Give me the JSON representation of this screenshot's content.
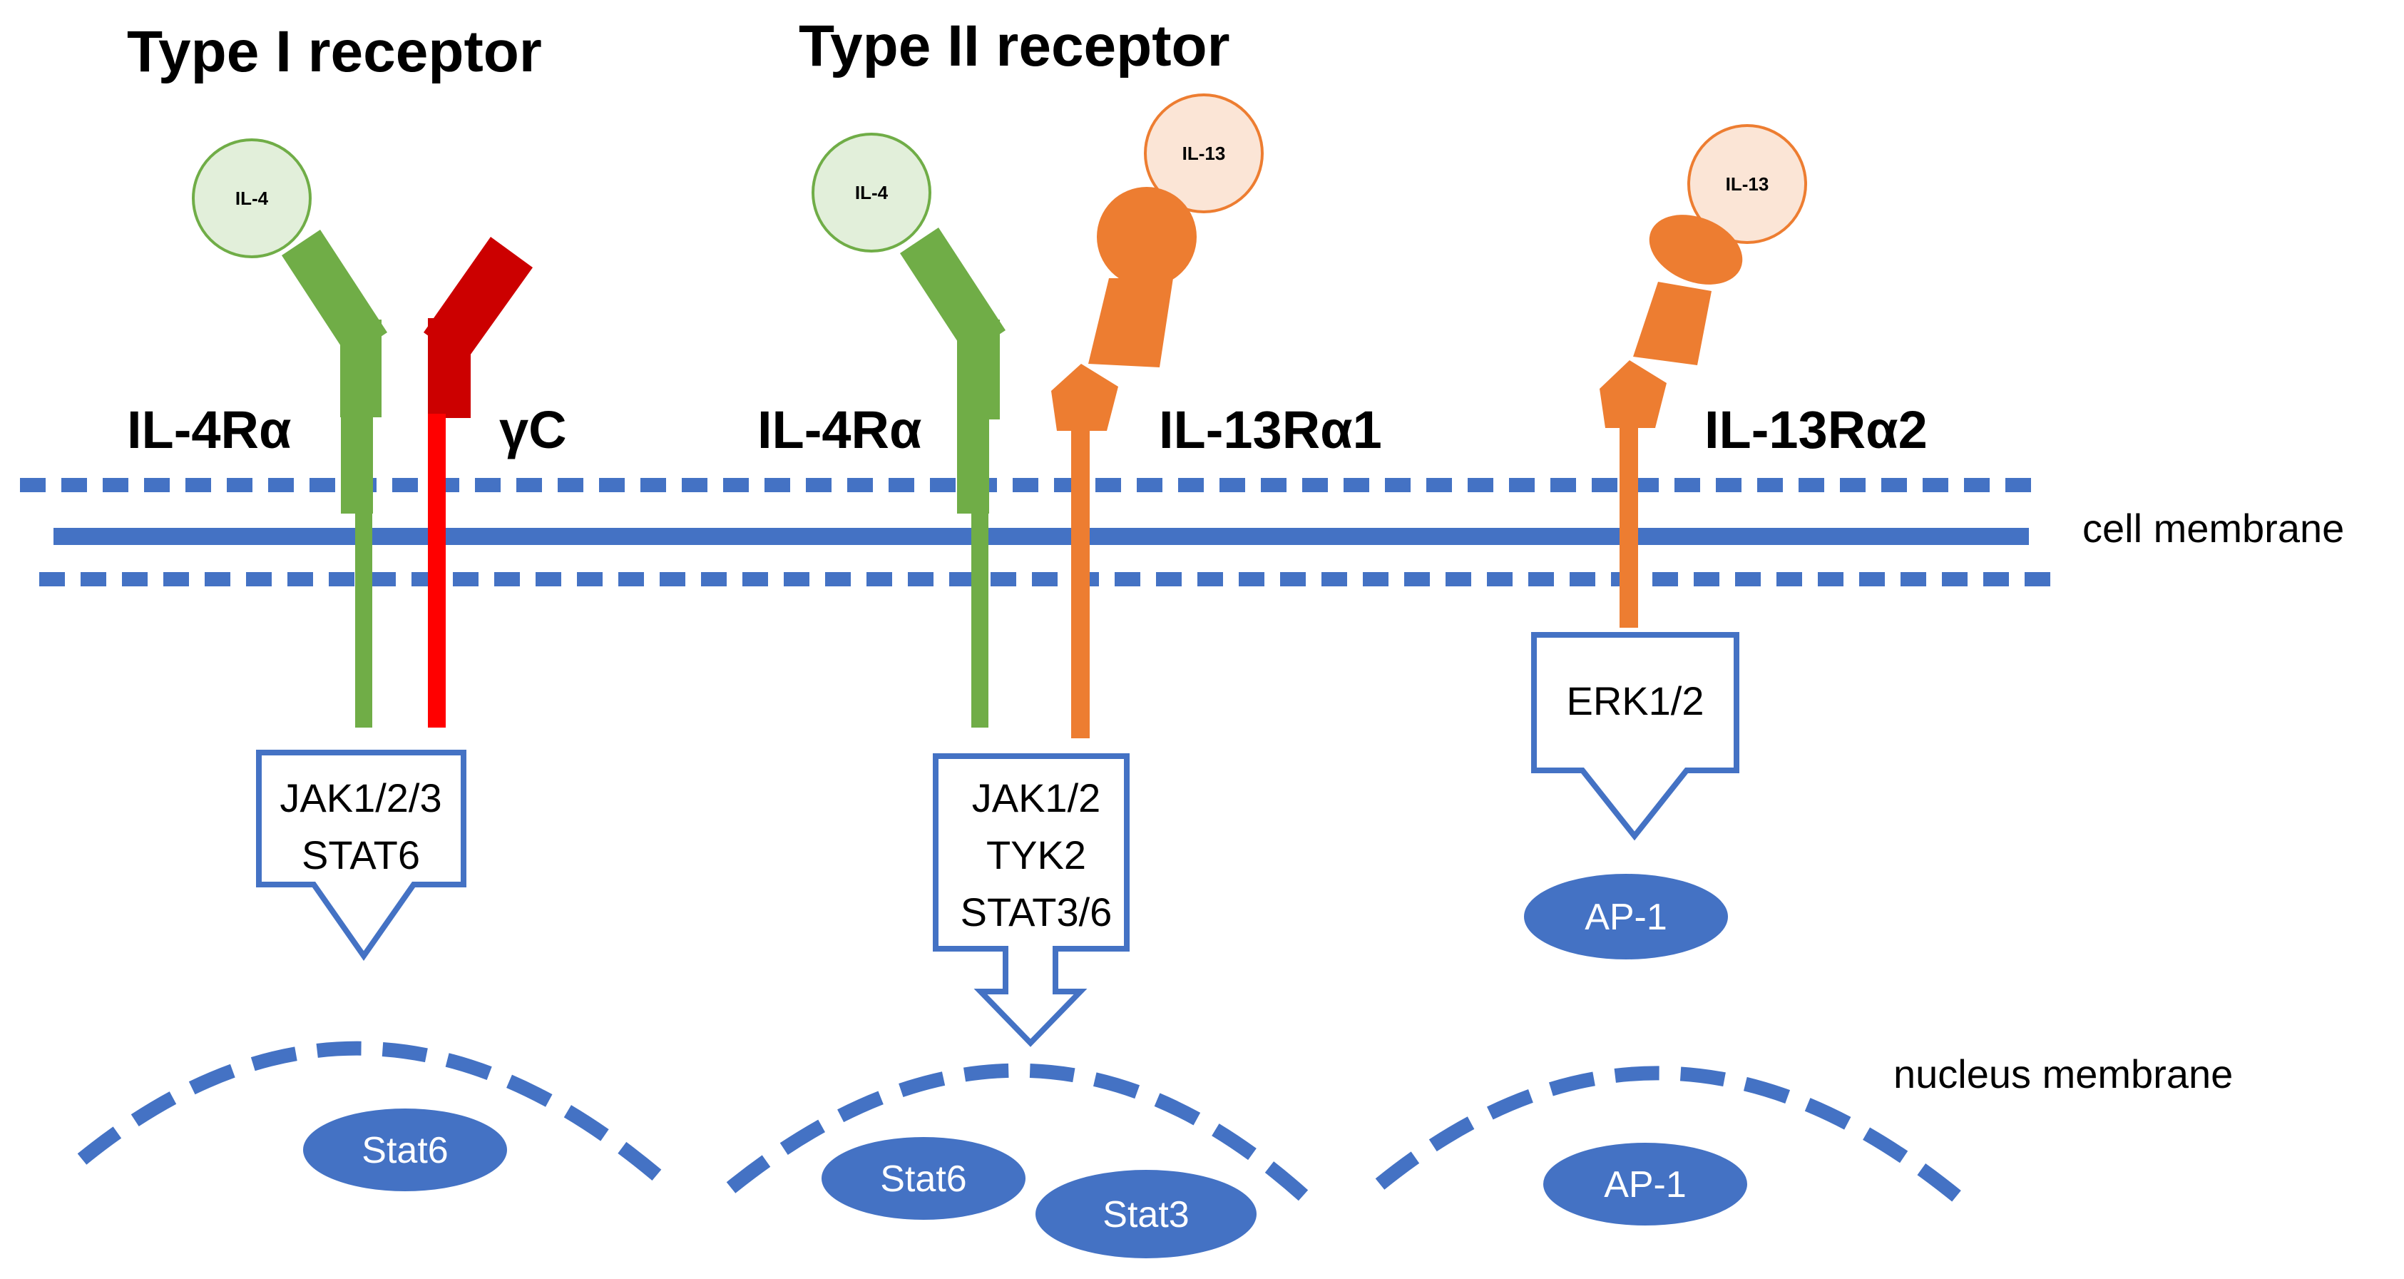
{
  "titles": {
    "type1": "Type I receptor",
    "type2": "Type II receptor"
  },
  "receptors": {
    "il4ra_1": "IL-4Rα",
    "gc": "γC",
    "il4ra_2": "IL-4Rα",
    "il13ra1": "IL-13Rα1",
    "il13ra2": "IL-13Rα2"
  },
  "ligands": {
    "il4_a": "IL-4",
    "il4_b": "IL-4",
    "il13_a": "IL-13",
    "il13_b": "IL-13"
  },
  "membranes": {
    "cell": "cell membrane",
    "nucleus": "nucleus membrane"
  },
  "signaling": {
    "type1": [
      "JAK1/2/3",
      "STAT6"
    ],
    "type2": [
      "JAK1/2",
      "TYK2",
      "STAT3/6"
    ],
    "il13ra2": [
      "ERK1/2"
    ]
  },
  "cytoplasm": {
    "ap1": "AP-1"
  },
  "nucleus": {
    "stat6_a": "Stat6",
    "stat6_b": "Stat6",
    "stat3": "Stat3",
    "ap1": "AP-1"
  },
  "colors": {
    "green": "#70ad47",
    "green_light": "#e2efda",
    "orange": "#ed7d31",
    "orange_light": "#fbe5d6",
    "red": "#cc0000",
    "red_bright": "#ff0000",
    "blue": "#4472c4"
  }
}
